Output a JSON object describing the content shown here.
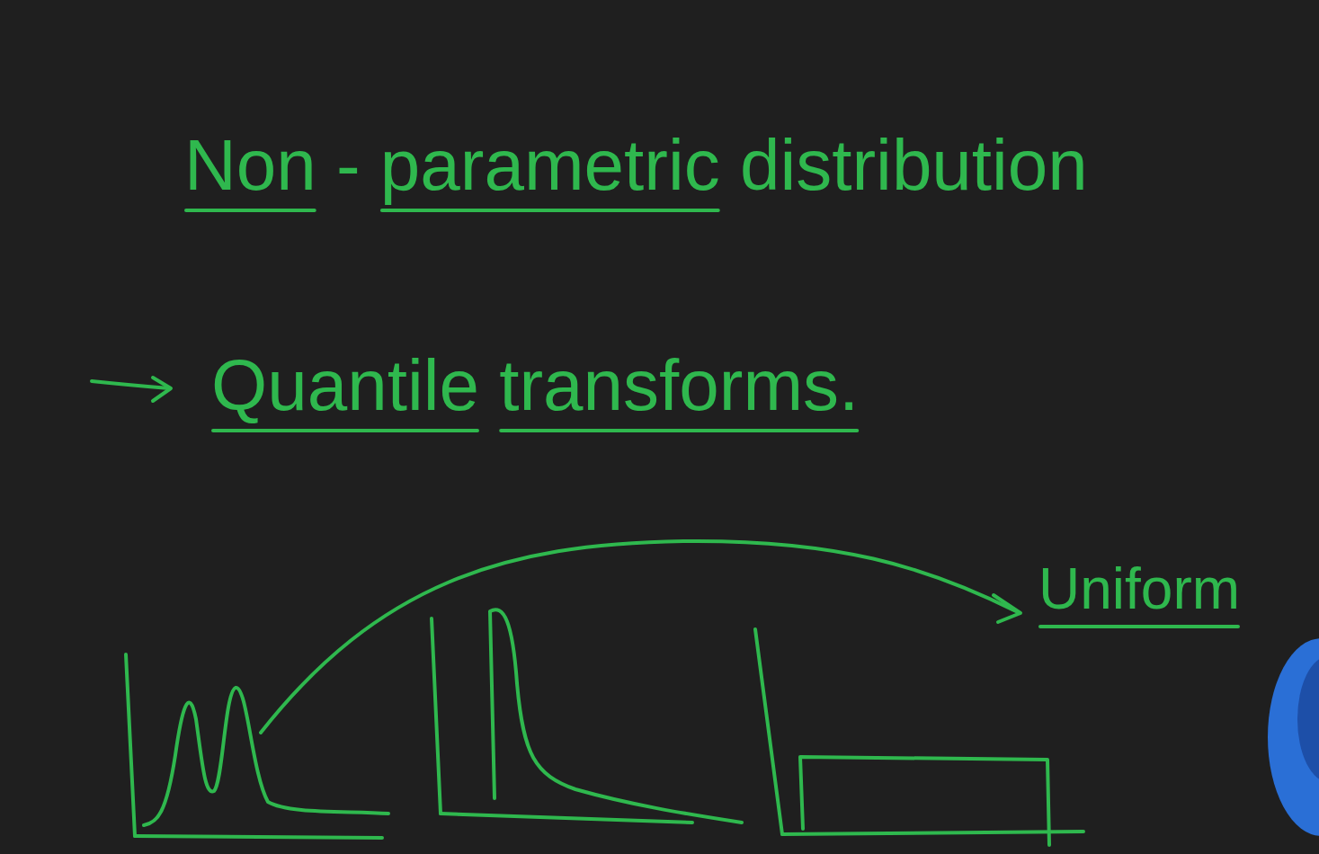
{
  "diagram": {
    "title": "Non - parametric distribution",
    "labels": [
      "Quantile transforms.",
      "Uniform"
    ]
  }
}
